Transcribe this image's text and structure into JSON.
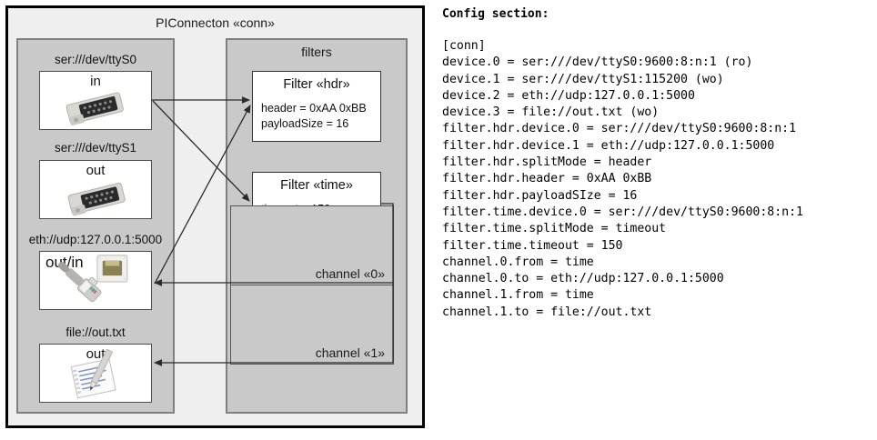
{
  "diagram": {
    "outer": {
      "title": "PIConnecton «conn»"
    },
    "devices_panel": {
      "title": "",
      "items": [
        {
          "label": "ser:///dev/ttyS0",
          "direction": "in",
          "icon": "serial-port-icon"
        },
        {
          "label": "ser:///dev/ttyS1",
          "direction": "out",
          "icon": "serial-port-icon"
        },
        {
          "label": "eth://udp:127.0.0.1:5000",
          "direction": "out/in",
          "icon": "ethernet-jack-icon"
        },
        {
          "label": "file://out.txt",
          "direction": "out",
          "icon": "text-file-icon"
        }
      ]
    },
    "filters_panel": {
      "title": "filters",
      "filters": [
        {
          "title": "Filter «hdr»",
          "attrs": [
            "header = 0xAA 0xBB",
            "payloadSize = 16"
          ]
        },
        {
          "title": "Filter «time»",
          "attrs": [
            "timeout = 150 ms"
          ]
        }
      ]
    },
    "channels": [
      {
        "label": "channel «0»"
      },
      {
        "label": "channel «1»"
      }
    ]
  },
  "config": {
    "heading": "Config section:",
    "lines": [
      "[conn]",
      "device.0 = ser:///dev/ttyS0:9600:8:n:1 (ro)",
      "device.1 = ser:///dev/ttyS1:115200 (wo)",
      "device.2 = eth://udp:127.0.0.1:5000",
      "device.3 = file://out.txt (wo)",
      "filter.hdr.device.0 = ser:///dev/ttyS0:9600:8:n:1",
      "filter.hdr.device.1 = eth://udp:127.0.0.1:5000",
      "filter.hdr.splitMode = header",
      "filter.hdr.header = 0xAA 0xBB",
      "filter.hdr.payloadSIze = 16",
      "filter.time.device.0 = ser:///dev/ttyS0:9600:8:n:1",
      "filter.time.splitMode = timeout",
      "filter.time.timeout = 150",
      "channel.0.from = time",
      "channel.0.to = eth://udp:127.0.0.1:5000",
      "channel.1.from = time",
      "channel.1.to = file://out.txt"
    ]
  },
  "colors": {
    "page_bg": "#ffffff",
    "outer_bg": "#efefef",
    "panel_bg": "#c9c9c9",
    "card_bg": "#ffffff",
    "outer_border": "#000000",
    "panel_border": "#808080",
    "arrow": "#333333"
  }
}
